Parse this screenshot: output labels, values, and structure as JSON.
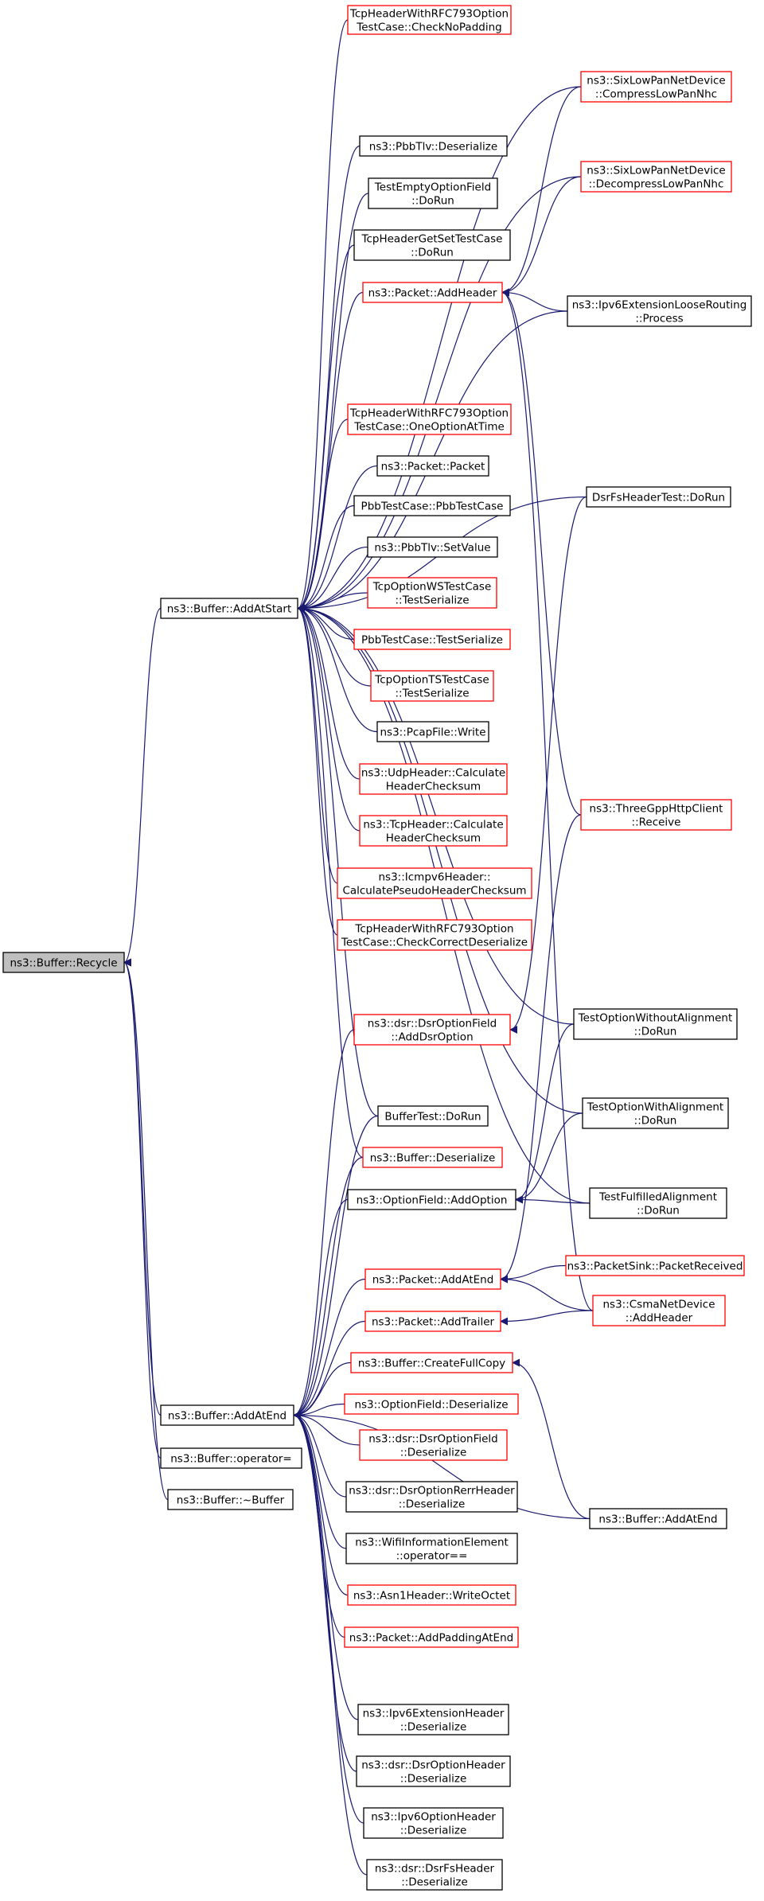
{
  "graph": {
    "edge_color": "#191970",
    "nodes": [
      {
        "id": "recycle",
        "lines": [
          "ns3::Buffer::Recycle"
        ],
        "style": "root",
        "link": false
      },
      {
        "id": "addAtStart",
        "lines": [
          "ns3::Buffer::AddAtStart"
        ],
        "style": "black",
        "link": true
      },
      {
        "id": "addAtEnd",
        "lines": [
          "ns3::Buffer::AddAtEnd"
        ],
        "style": "black",
        "link": true
      },
      {
        "id": "opAssign",
        "lines": [
          "ns3::Buffer::operator="
        ],
        "style": "black",
        "link": true
      },
      {
        "id": "dtor",
        "lines": [
          "ns3::Buffer::~Buffer"
        ],
        "style": "black",
        "link": true
      },
      {
        "id": "tcpNoPad",
        "lines": [
          "TcpHeaderWithRFC793Option",
          "TestCase::CheckNoPadding"
        ],
        "style": "red",
        "link": true
      },
      {
        "id": "pbbTlvDeser",
        "lines": [
          "ns3::PbbTlv::Deserialize"
        ],
        "style": "black",
        "link": true
      },
      {
        "id": "testEmptyOpt",
        "lines": [
          "TestEmptyOptionField",
          "::DoRun"
        ],
        "style": "black",
        "link": true
      },
      {
        "id": "tcpGetSet",
        "lines": [
          "TcpHeaderGetSetTestCase",
          "::DoRun"
        ],
        "style": "black",
        "link": true
      },
      {
        "id": "pktAddHeader",
        "lines": [
          "ns3::Packet::AddHeader"
        ],
        "style": "red",
        "link": true
      },
      {
        "id": "tcpOneOpt",
        "lines": [
          "TcpHeaderWithRFC793Option",
          "TestCase::OneOptionAtTime"
        ],
        "style": "red",
        "link": true
      },
      {
        "id": "pktPacket",
        "lines": [
          "ns3::Packet::Packet"
        ],
        "style": "black",
        "link": true
      },
      {
        "id": "pbbTestCase",
        "lines": [
          "PbbTestCase::PbbTestCase"
        ],
        "style": "black",
        "link": true
      },
      {
        "id": "pbbTlvSetValue",
        "lines": [
          "ns3::PbbTlv::SetValue"
        ],
        "style": "black",
        "link": true
      },
      {
        "id": "tcpWSSer",
        "lines": [
          "TcpOptionWSTestCase",
          "::TestSerialize"
        ],
        "style": "red",
        "link": true
      },
      {
        "id": "pbbTestSer",
        "lines": [
          "PbbTestCase::TestSerialize"
        ],
        "style": "red",
        "link": true
      },
      {
        "id": "tcpTSSer",
        "lines": [
          "TcpOptionTSTestCase",
          "::TestSerialize"
        ],
        "style": "red",
        "link": true
      },
      {
        "id": "pcapWrite",
        "lines": [
          "ns3::PcapFile::Write"
        ],
        "style": "black",
        "link": true
      },
      {
        "id": "udpCsum",
        "lines": [
          "ns3::UdpHeader::Calculate",
          "HeaderChecksum"
        ],
        "style": "red",
        "link": true
      },
      {
        "id": "tcpCsum",
        "lines": [
          "ns3::TcpHeader::Calculate",
          "HeaderChecksum"
        ],
        "style": "red",
        "link": true
      },
      {
        "id": "icmpCsum",
        "lines": [
          "ns3::Icmpv6Header::",
          "CalculatePseudoHeaderChecksum"
        ],
        "style": "red",
        "link": true
      },
      {
        "id": "tcpCorrect",
        "lines": [
          "TcpHeaderWithRFC793Option",
          "TestCase::CheckCorrectDeserialize"
        ],
        "style": "red",
        "link": true
      },
      {
        "id": "dsrAddOpt",
        "lines": [
          "ns3::dsr::DsrOptionField",
          "::AddDsrOption"
        ],
        "style": "red",
        "link": true
      },
      {
        "id": "bufTestRun",
        "lines": [
          "BufferTest::DoRun"
        ],
        "style": "black",
        "link": true
      },
      {
        "id": "bufDeser",
        "lines": [
          "ns3::Buffer::Deserialize"
        ],
        "style": "red",
        "link": true
      },
      {
        "id": "optAddOpt",
        "lines": [
          "ns3::OptionField::AddOption"
        ],
        "style": "black",
        "link": true
      },
      {
        "id": "pktAddAtEnd",
        "lines": [
          "ns3::Packet::AddAtEnd"
        ],
        "style": "red",
        "link": true
      },
      {
        "id": "pktAddTrailer",
        "lines": [
          "ns3::Packet::AddTrailer"
        ],
        "style": "red",
        "link": true
      },
      {
        "id": "bufFullCopy",
        "lines": [
          "ns3::Buffer::CreateFullCopy"
        ],
        "style": "red",
        "link": true
      },
      {
        "id": "optDeser",
        "lines": [
          "ns3::OptionField::Deserialize"
        ],
        "style": "red",
        "link": true
      },
      {
        "id": "dsrOptFieldDeser",
        "lines": [
          "ns3::dsr::DsrOptionField",
          "::Deserialize"
        ],
        "style": "red",
        "link": true
      },
      {
        "id": "dsrRerrDeser",
        "lines": [
          "ns3::dsr::DsrOptionRerrHeader",
          "::Deserialize"
        ],
        "style": "black",
        "link": true
      },
      {
        "id": "wifiInfoEq",
        "lines": [
          "ns3::WifiInformationElement",
          "::operator=="
        ],
        "style": "black",
        "link": true
      },
      {
        "id": "asn1Write",
        "lines": [
          "ns3::Asn1Header::WriteOctet"
        ],
        "style": "red",
        "link": true
      },
      {
        "id": "pktPadEnd",
        "lines": [
          "ns3::Packet::AddPaddingAtEnd"
        ],
        "style": "red",
        "link": true
      },
      {
        "id": "ipv6ExtDeser",
        "lines": [
          "ns3::Ipv6ExtensionHeader",
          "::Deserialize"
        ],
        "style": "black",
        "link": true
      },
      {
        "id": "dsrOptHdrDeser",
        "lines": [
          "ns3::dsr::DsrOptionHeader",
          "::Deserialize"
        ],
        "style": "black",
        "link": true
      },
      {
        "id": "ipv6OptDeser",
        "lines": [
          "ns3::Ipv6OptionHeader",
          "::Deserialize"
        ],
        "style": "black",
        "link": true
      },
      {
        "id": "dsrFsDeser",
        "lines": [
          "ns3::dsr::DsrFsHeader",
          "::Deserialize"
        ],
        "style": "black",
        "link": true
      },
      {
        "id": "sixCompress",
        "lines": [
          "ns3::SixLowPanNetDevice",
          "::CompressLowPanNhc"
        ],
        "style": "red",
        "link": true
      },
      {
        "id": "sixDecompress",
        "lines": [
          "ns3::SixLowPanNetDevice",
          "::DecompressLowPanNhc"
        ],
        "style": "red",
        "link": true
      },
      {
        "id": "ipv6Loose",
        "lines": [
          "ns3::Ipv6ExtensionLooseRouting",
          "::Process"
        ],
        "style": "black",
        "link": true
      },
      {
        "id": "dsrFsTest",
        "lines": [
          "DsrFsHeaderTest::DoRun"
        ],
        "style": "black",
        "link": true
      },
      {
        "id": "threeGpp",
        "lines": [
          "ns3::ThreeGppHttpClient",
          "::Receive"
        ],
        "style": "red",
        "link": true
      },
      {
        "id": "testOptWithout",
        "lines": [
          "TestOptionWithoutAlignment",
          "::DoRun"
        ],
        "style": "black",
        "link": true
      },
      {
        "id": "testOptWith",
        "lines": [
          "TestOptionWithAlignment",
          "::DoRun"
        ],
        "style": "black",
        "link": true
      },
      {
        "id": "testFulfilled",
        "lines": [
          "TestFulfilledAlignment",
          "::DoRun"
        ],
        "style": "black",
        "link": true
      },
      {
        "id": "pktSink",
        "lines": [
          "ns3::PacketSink::PacketReceived"
        ],
        "style": "red",
        "link": true
      },
      {
        "id": "csmaAddHdr",
        "lines": [
          "ns3::CsmaNetDevice",
          "::AddHeader"
        ],
        "style": "red",
        "link": true
      },
      {
        "id": "bufAddAtEnd2",
        "lines": [
          "ns3::Buffer::AddAtEnd"
        ],
        "style": "black",
        "link": true
      }
    ],
    "edges": [
      [
        "addAtStart",
        "recycle"
      ],
      [
        "addAtEnd",
        "recycle"
      ],
      [
        "opAssign",
        "recycle"
      ],
      [
        "dtor",
        "recycle"
      ],
      [
        "tcpNoPad",
        "addAtStart"
      ],
      [
        "pbbTlvDeser",
        "addAtStart"
      ],
      [
        "testEmptyOpt",
        "addAtStart"
      ],
      [
        "tcpGetSet",
        "addAtStart"
      ],
      [
        "pktAddHeader",
        "addAtStart"
      ],
      [
        "tcpOneOpt",
        "addAtStart"
      ],
      [
        "pktPacket",
        "addAtStart"
      ],
      [
        "pbbTestCase",
        "addAtStart"
      ],
      [
        "pbbTlvSetValue",
        "addAtStart"
      ],
      [
        "tcpWSSer",
        "addAtStart"
      ],
      [
        "pbbTestSer",
        "addAtStart"
      ],
      [
        "tcpTSSer",
        "addAtStart"
      ],
      [
        "pcapWrite",
        "addAtStart"
      ],
      [
        "udpCsum",
        "addAtStart"
      ],
      [
        "tcpCsum",
        "addAtStart"
      ],
      [
        "icmpCsum",
        "addAtStart"
      ],
      [
        "tcpCorrect",
        "addAtStart"
      ],
      [
        "bufTestRun",
        "addAtStart"
      ],
      [
        "bufDeser",
        "addAtStart"
      ],
      [
        "sixCompress",
        "addAtStart"
      ],
      [
        "sixDecompress",
        "addAtStart"
      ],
      [
        "ipv6Loose",
        "addAtStart"
      ],
      [
        "dsrFsTest",
        "addAtStart"
      ],
      [
        "testOptWithout",
        "addAtStart"
      ],
      [
        "testOptWith",
        "addAtStart"
      ],
      [
        "testFulfilled",
        "addAtStart"
      ],
      [
        "dsrAddOpt",
        "addAtEnd"
      ],
      [
        "bufTestRun",
        "addAtEnd"
      ],
      [
        "bufDeser",
        "addAtEnd"
      ],
      [
        "optAddOpt",
        "addAtEnd"
      ],
      [
        "pktAddAtEnd",
        "addAtEnd"
      ],
      [
        "pktAddTrailer",
        "addAtEnd"
      ],
      [
        "bufFullCopy",
        "addAtEnd"
      ],
      [
        "optDeser",
        "addAtEnd"
      ],
      [
        "dsrOptFieldDeser",
        "addAtEnd"
      ],
      [
        "dsrRerrDeser",
        "addAtEnd"
      ],
      [
        "wifiInfoEq",
        "addAtEnd"
      ],
      [
        "asn1Write",
        "addAtEnd"
      ],
      [
        "pktPadEnd",
        "addAtEnd"
      ],
      [
        "ipv6ExtDeser",
        "addAtEnd"
      ],
      [
        "dsrOptHdrDeser",
        "addAtEnd"
      ],
      [
        "ipv6OptDeser",
        "addAtEnd"
      ],
      [
        "dsrFsDeser",
        "addAtEnd"
      ],
      [
        "bufAddAtEnd2",
        "addAtEnd"
      ],
      [
        "sixCompress",
        "pktAddHeader"
      ],
      [
        "sixDecompress",
        "pktAddHeader"
      ],
      [
        "ipv6Loose",
        "pktAddHeader"
      ],
      [
        "threeGpp",
        "pktAddHeader"
      ],
      [
        "csmaAddHdr",
        "pktAddHeader"
      ],
      [
        "dsrFsTest",
        "dsrAddOpt"
      ],
      [
        "testOptWithout",
        "optAddOpt"
      ],
      [
        "testOptWith",
        "optAddOpt"
      ],
      [
        "testFulfilled",
        "optAddOpt"
      ],
      [
        "threeGpp",
        "pktAddAtEnd"
      ],
      [
        "pktSink",
        "pktAddAtEnd"
      ],
      [
        "csmaAddHdr",
        "pktAddAtEnd"
      ],
      [
        "csmaAddHdr",
        "pktAddTrailer"
      ],
      [
        "bufAddAtEnd2",
        "bufFullCopy"
      ]
    ]
  }
}
